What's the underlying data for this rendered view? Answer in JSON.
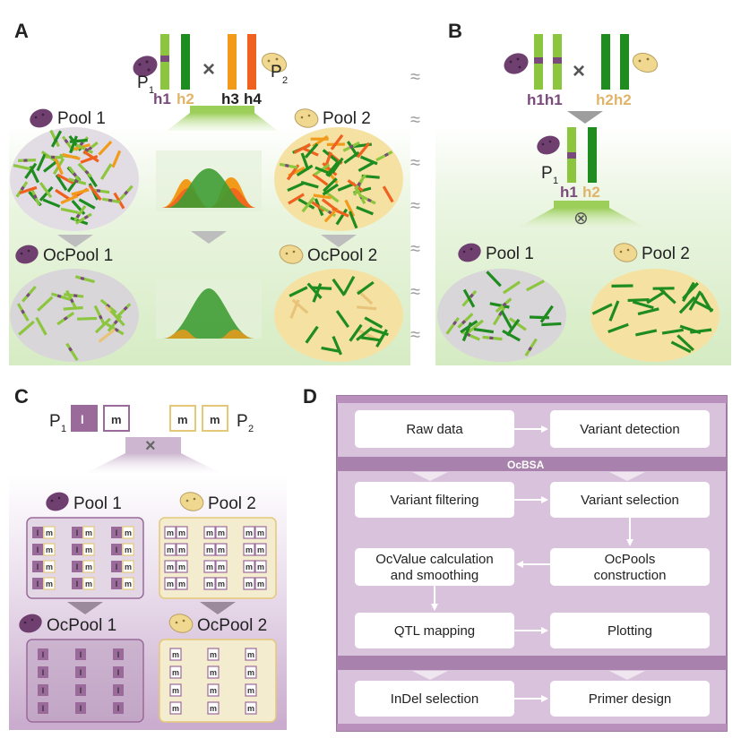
{
  "panels": {
    "a": {
      "letter": "A",
      "p1": "P",
      "p1_sub": "1",
      "p2": "P",
      "p2_sub": "2",
      "h1": "h1",
      "h2": "h2",
      "h3": "h3",
      "h4": "h4",
      "cross": "×",
      "pool1": "Pool 1",
      "pool2": "Pool 2",
      "ocpool1": "OcPool 1",
      "ocpool2": "OcPool 2"
    },
    "b": {
      "letter": "B",
      "h1h1": "h1h1",
      "h2h2": "h2h2",
      "cross": "×",
      "p1": "P",
      "p1_sub": "1",
      "h1": "h1",
      "h2": "h2",
      "self": "⊗",
      "pool1": "Pool 1",
      "pool2": "Pool 2"
    },
    "c": {
      "letter": "C",
      "p1": "P",
      "p1_sub": "1",
      "p2": "P",
      "p2_sub": "2",
      "allele_l": "l",
      "allele_m": "m",
      "cross": "×",
      "pool1": "Pool 1",
      "pool2": "Pool 2",
      "ocpool1": "OcPool 1",
      "ocpool2": "OcPool 2"
    },
    "d": {
      "letter": "D",
      "ocbsa": "OcBSA",
      "steps": {
        "raw_data": "Raw data",
        "variant_detection": "Variant detection",
        "variant_filtering": "Variant filtering",
        "variant_selection": "Variant selection",
        "ocvalue_line1": "OcValue calculation",
        "ocvalue_line2": "and smoothing",
        "ocpools_line1": "OcPools",
        "ocpools_line2": "construction",
        "qtl_mapping": "QTL mapping",
        "plotting": "Plotting",
        "indel_selection": "InDel selection",
        "primer_design": "Primer design"
      }
    },
    "separator": "≈"
  },
  "colors": {
    "purple": "#7a4a7c",
    "purple_light": "#cdb6d0",
    "green": "#1e8c1e",
    "light_green": "#8cc63f",
    "orange": "#f29a1a",
    "red_orange": "#f0601e",
    "tan": "#e7c47a",
    "pool_grey": "#dedbe0",
    "pool_yellow": "#f5e2a3"
  },
  "icons": {
    "parent1": "purple-potato-icon",
    "parent2": "yellow-potato-icon"
  }
}
